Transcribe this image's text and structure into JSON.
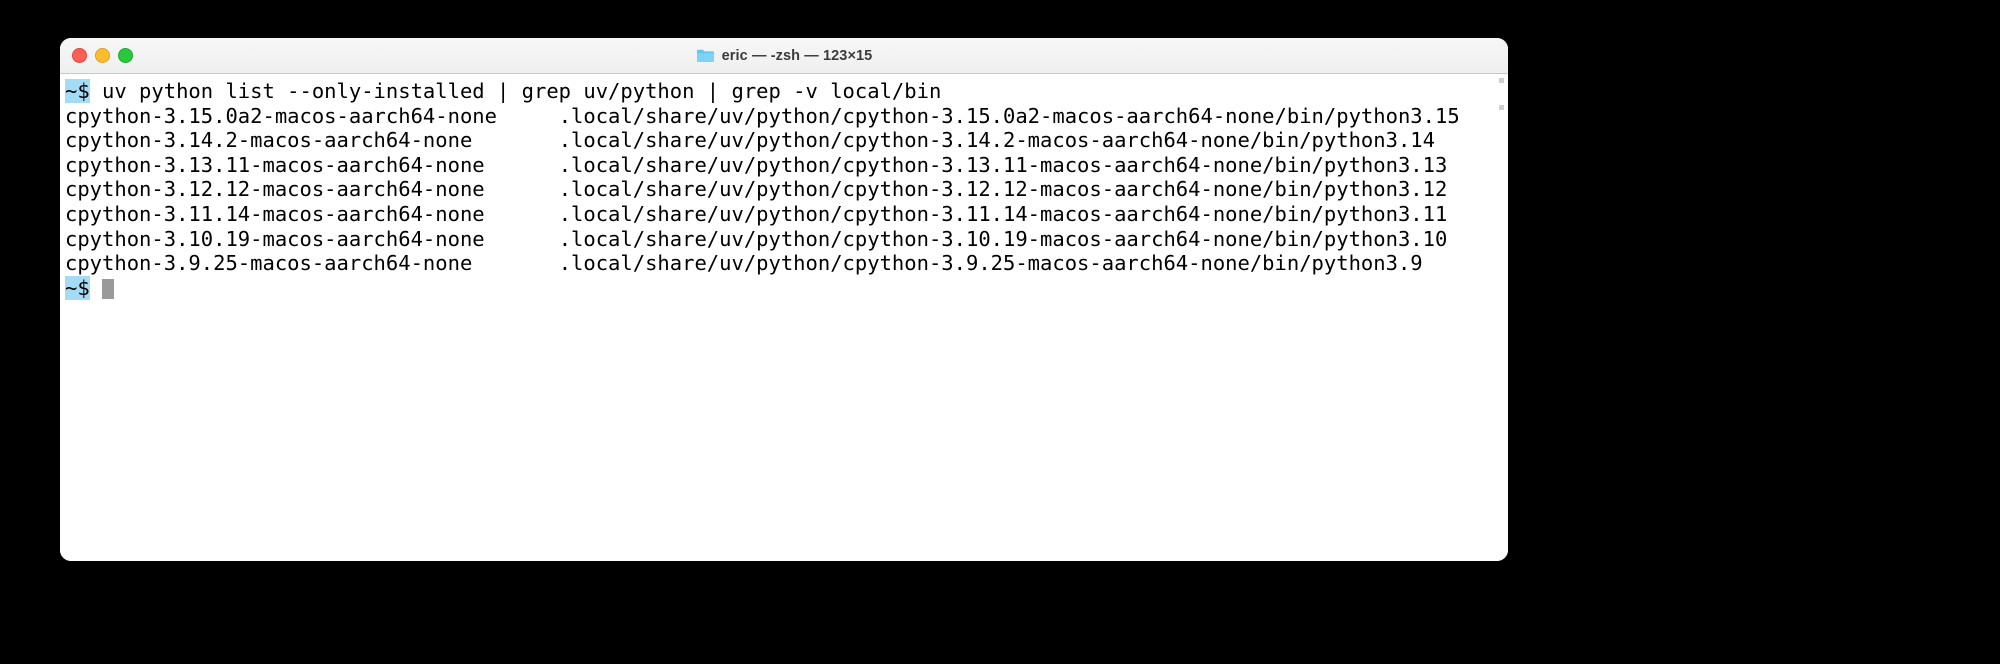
{
  "window": {
    "title": "eric — -zsh — 123×15",
    "folder_icon": "folder-icon",
    "traffic_lights": [
      {
        "name": "close",
        "color": "#ff5f57"
      },
      {
        "name": "minimize",
        "color": "#febc2e"
      },
      {
        "name": "zoom",
        "color": "#28c840"
      }
    ]
  },
  "terminal": {
    "prompt": "~$",
    "command": "uv python list --only-installed | grep uv/python | grep -v local/bin",
    "name_column_width": 36,
    "rows": [
      {
        "name": "cpython-3.15.0a2-macos-aarch64-none",
        "path": ".local/share/uv/python/cpython-3.15.0a2-macos-aarch64-none/bin/python3.15"
      },
      {
        "name": "cpython-3.14.2-macos-aarch64-none",
        "path": ".local/share/uv/python/cpython-3.14.2-macos-aarch64-none/bin/python3.14"
      },
      {
        "name": "cpython-3.13.11-macos-aarch64-none",
        "path": ".local/share/uv/python/cpython-3.13.11-macos-aarch64-none/bin/python3.13"
      },
      {
        "name": "cpython-3.12.12-macos-aarch64-none",
        "path": ".local/share/uv/python/cpython-3.12.12-macos-aarch64-none/bin/python3.12"
      },
      {
        "name": "cpython-3.11.14-macos-aarch64-none",
        "path": ".local/share/uv/python/cpython-3.11.14-macos-aarch64-none/bin/python3.11"
      },
      {
        "name": "cpython-3.10.19-macos-aarch64-none",
        "path": ".local/share/uv/python/cpython-3.10.19-macos-aarch64-none/bin/python3.10"
      },
      {
        "name": "cpython-3.9.25-macos-aarch64-none",
        "path": ".local/share/uv/python/cpython-3.9.25-macos-aarch64-none/bin/python3.9"
      }
    ]
  },
  "colors": {
    "prompt_highlight": "#a5dcf5",
    "cursor": "#9a9a9a",
    "background": "#ffffff",
    "titlebar": "#f4f4f4",
    "text": "#000000",
    "desktop": "#000000"
  }
}
